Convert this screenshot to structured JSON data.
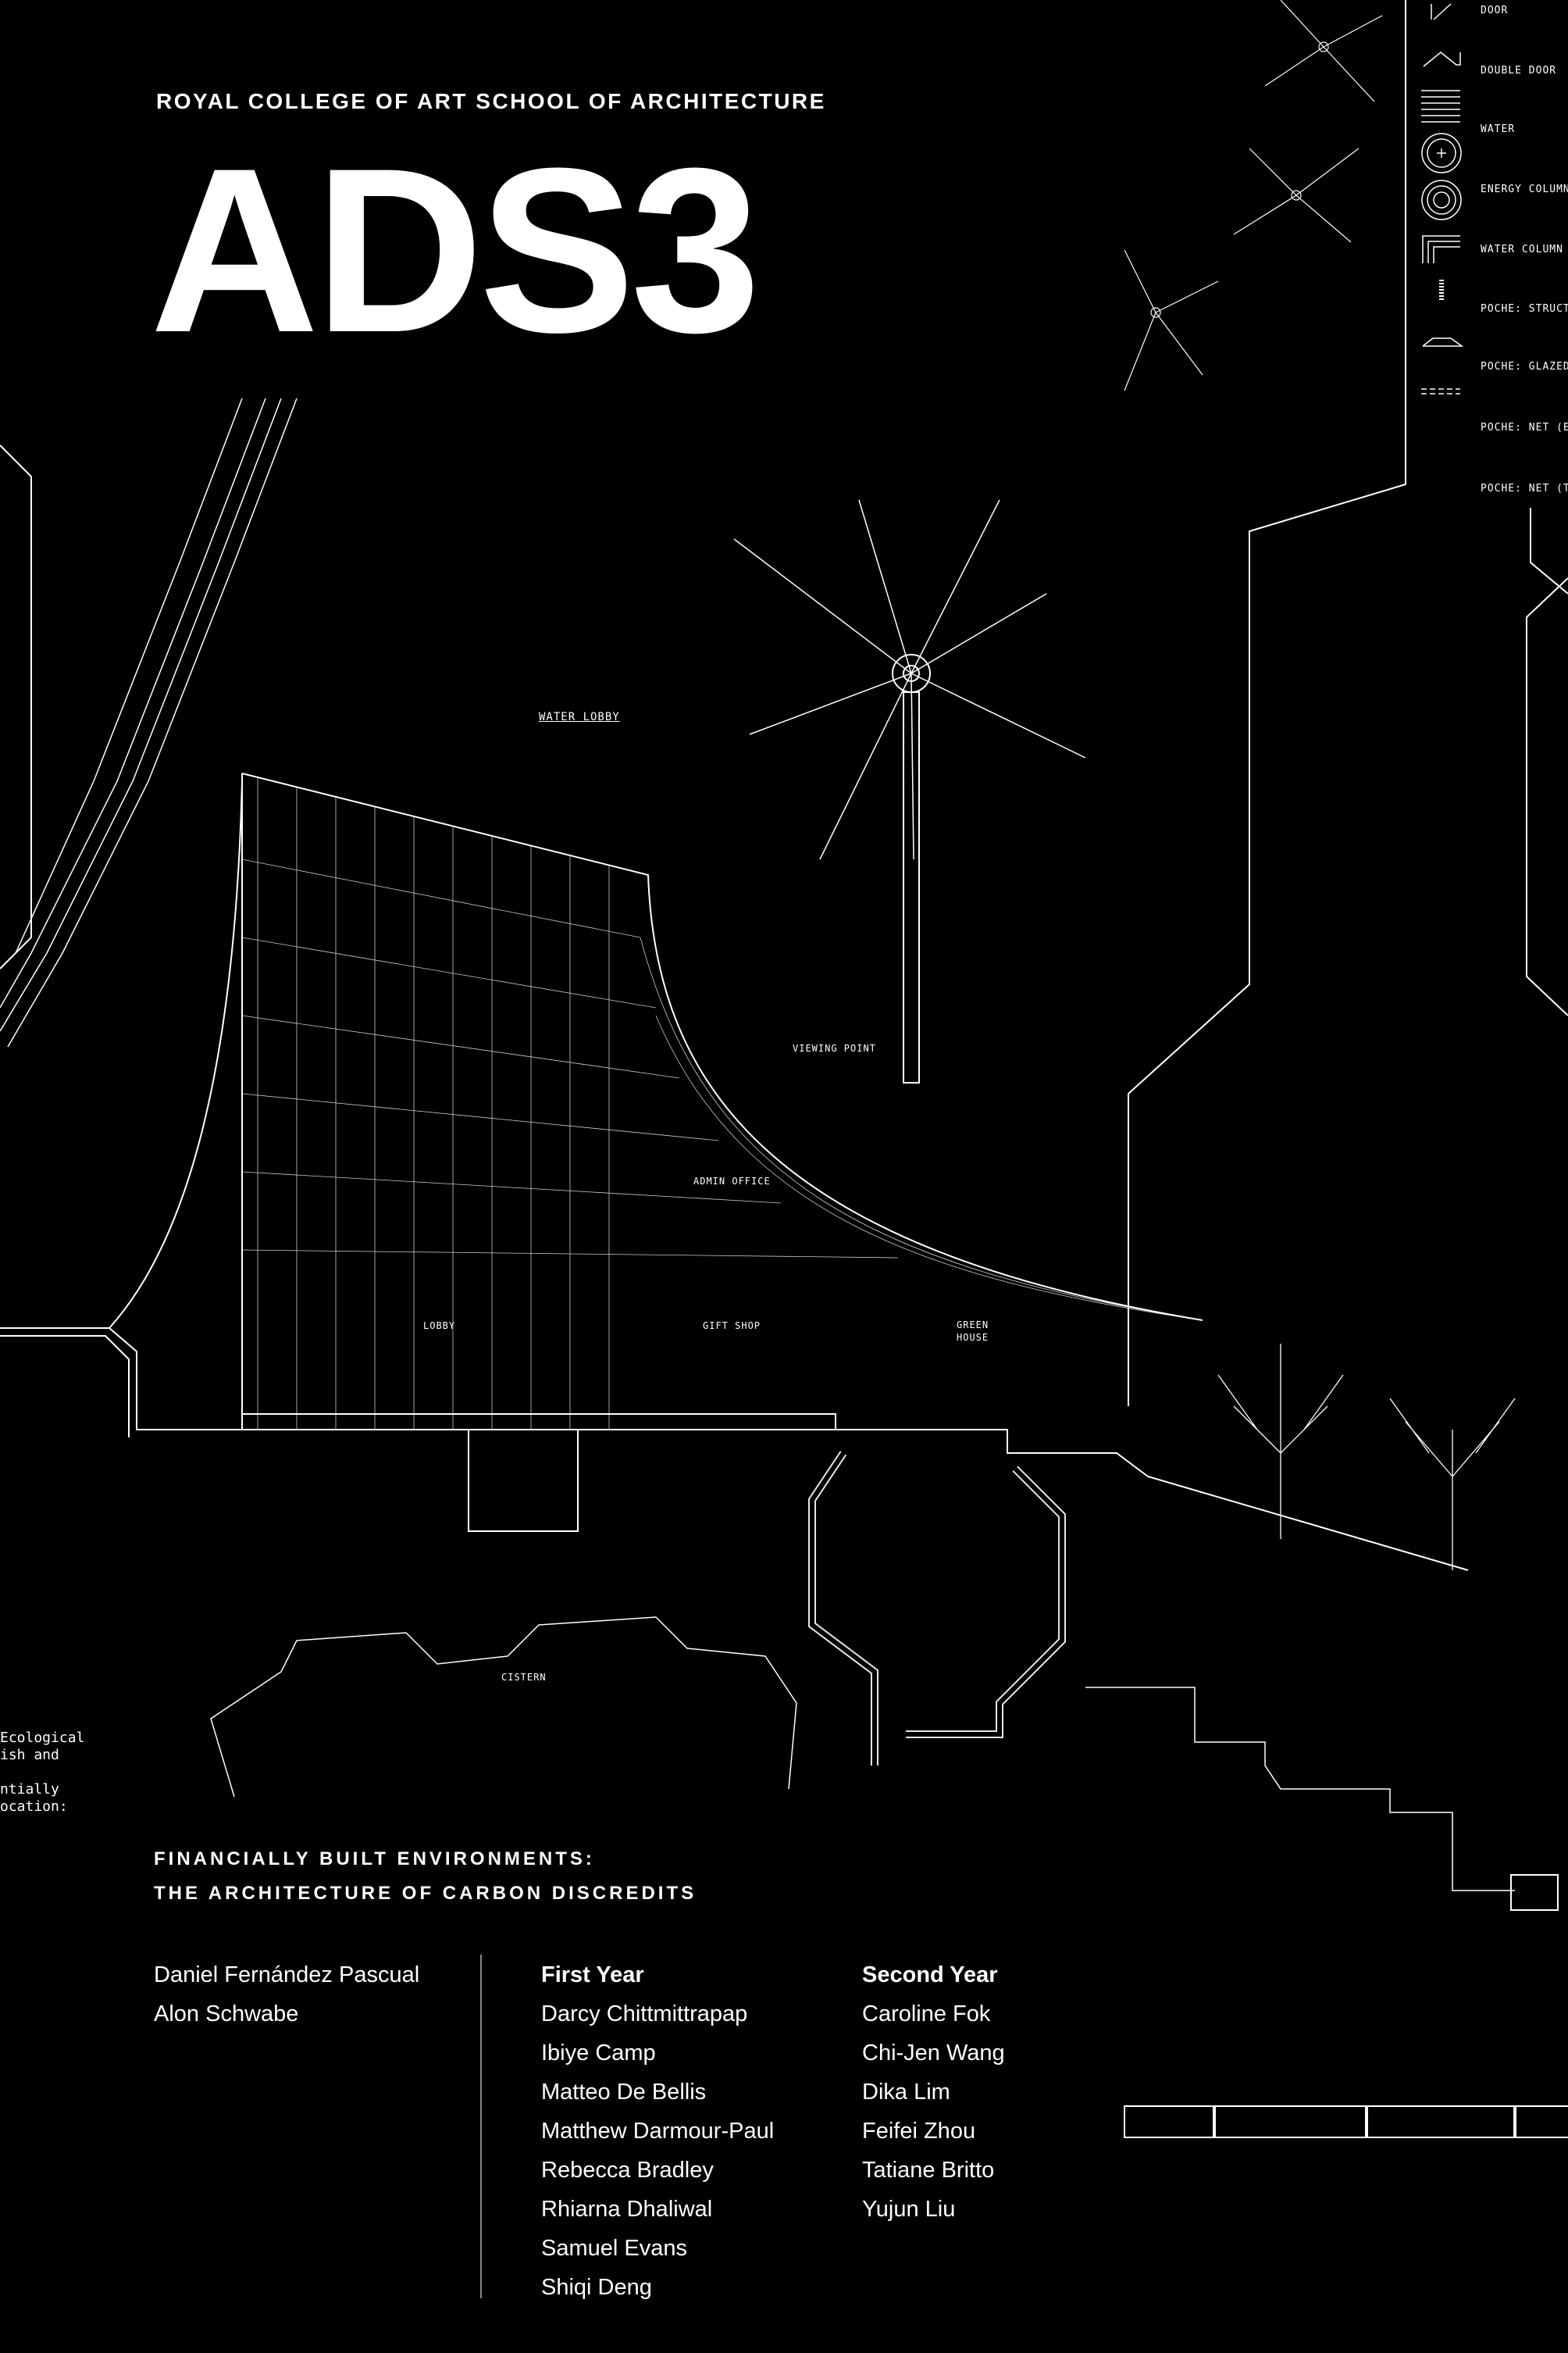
{
  "header": {
    "school": "ROYAL COLLEGE OF ART SCHOOL OF ARCHITECTURE",
    "title": "ADS3"
  },
  "subtitle": {
    "line1": "FINANCIALLY BUILT ENVIRONMENTS:",
    "line2": "THE ARCHITECTURE OF CARBON DISCREDITS"
  },
  "tutors": [
    "Daniel Fernández Pascual",
    "Alon Schwabe"
  ],
  "first_year": {
    "heading": "First Year",
    "names": [
      "Darcy Chittmittrapap",
      "Ibiye Camp",
      "Matteo De Bellis",
      "Matthew Darmour-Paul",
      "Rebecca Bradley",
      "Rhiarna Dhaliwal",
      "Samuel Evans",
      "Shiqi Deng"
    ]
  },
  "second_year": {
    "heading": "Second Year",
    "names": [
      "Caroline Fok",
      "Chi-Jen Wang",
      "Dika Lim",
      "Feifei Zhou",
      "Tatiane Britto",
      "Yujun Liu"
    ]
  },
  "legend": [
    "DOOR",
    "DOUBLE DOOR",
    "WATER",
    "ENERGY COLUMN",
    "WATER COLUMN",
    "POCHE: STRUCT",
    "POCHE: GLAZED",
    "POCHE: NET (E",
    "POCHE: NET (T"
  ],
  "drawing_labels": {
    "water_lobby": "WATER LOBBY",
    "viewing_point": "VIEWING POINT",
    "admin_office": "ADMIN OFFICE",
    "lobby": "LOBBY",
    "gift_shop": "GIFT SHOP",
    "green_house": "GREEN\nHOUSE",
    "cistern": "CISTERN"
  },
  "side_text": "Ecological\nish and\n\nntially\nocation:"
}
